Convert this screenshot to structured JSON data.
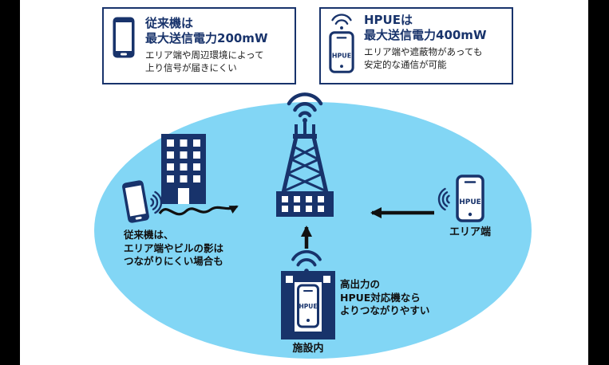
{
  "colors": {
    "navy": "#18336b",
    "sky_blue": "#82d6f5",
    "arrow_black": "#111111",
    "background": "#ffffff",
    "frame": "#000000"
  },
  "legend_conventional": {
    "title_line1": "従来機は",
    "title_line2": "最大送信電力200mW",
    "desc_line1": "エリア端や周辺環境によって",
    "desc_line2": "上り信号が届きにくい"
  },
  "legend_hpue": {
    "title_line1": "HPUEは",
    "title_line2": "最大送信電力400mW",
    "desc_line1": "エリア端や遮蔽物があっても",
    "desc_line2": "安定的な通信が可能",
    "phone_label": "HPUE"
  },
  "diagram": {
    "left_note_line1": "従来機は、",
    "left_note_line2": "エリア端やビルの影は",
    "left_note_line3": "つながりにくい場合も",
    "right_phone_label": "HPUE",
    "right_note": "エリア端",
    "facility_phone_label": "HPUE",
    "facility_note": "施設内",
    "hpue_note_line1": "高出力の",
    "hpue_note_line2": "HPUE対応機なら",
    "hpue_note_line3": "よりつながりやすい"
  }
}
